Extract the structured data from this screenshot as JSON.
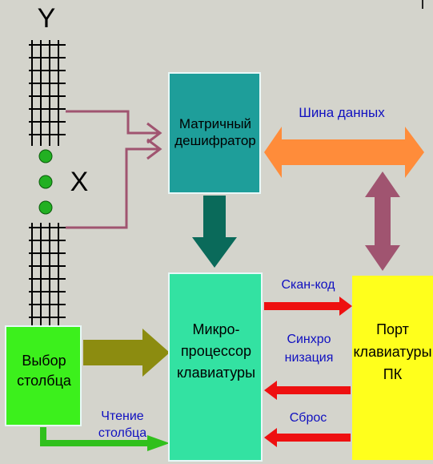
{
  "labels": {
    "y_axis": "Y",
    "x_axis": "X",
    "decoder": "Матричный\nдешифратор",
    "data_bus": "Шина данных",
    "microprocessor": "Микро-\nпроцессор\nклавиатуры",
    "port": "Порт\nклавиатуры\nПК",
    "column_select": "Выбор\nстолбца",
    "column_read": "Чтение\nстолбца",
    "scan_code": "Скан-код",
    "sync": "Синхро\nнизация",
    "reset": "Сброс",
    "corner_mark": "I"
  },
  "colors": {
    "background": "#d4d4cc",
    "decoder_fill": "#1e9e9a",
    "microprocessor_fill": "#33e2a2",
    "port_fill": "#ffff1c",
    "column_select_fill": "#3cf01c",
    "bus_arrow": "#ff8c3a",
    "port_bus_arrow": "#a05470",
    "down_arrow": "#0a6a5a",
    "signal_arrow": "#ee1010",
    "olive_arrow": "#8c8c10",
    "green_arrow": "#30c01c",
    "wire": "#a05470",
    "key_dot": "#22b022",
    "blue_text": "#1010c0"
  }
}
